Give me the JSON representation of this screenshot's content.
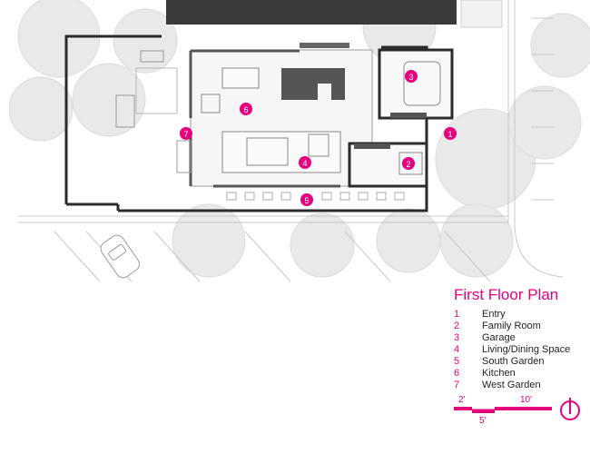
{
  "legend": {
    "title": "First Floor Plan",
    "items": [
      {
        "num": "1",
        "label": "Entry"
      },
      {
        "num": "2",
        "label": "Family Room"
      },
      {
        "num": "3",
        "label": "Garage"
      },
      {
        "num": "4",
        "label": "Living/Dining Space"
      },
      {
        "num": "5",
        "label": "South Garden"
      },
      {
        "num": "6",
        "label": "Kitchen"
      },
      {
        "num": "7",
        "label": "West Garden"
      }
    ]
  },
  "markers": [
    "1",
    "2",
    "3",
    "4",
    "5",
    "6",
    "7"
  ],
  "scale": {
    "label_a": "2'",
    "label_b": "5'",
    "label_c": "10'"
  },
  "colors": {
    "accent": "#e6007e",
    "wall": "#2b2b2b",
    "tree": "#e6e6e6",
    "line": "#bdbdbd"
  },
  "icons": {
    "north_arrow": "north-arrow-icon",
    "car": "car-icon"
  }
}
